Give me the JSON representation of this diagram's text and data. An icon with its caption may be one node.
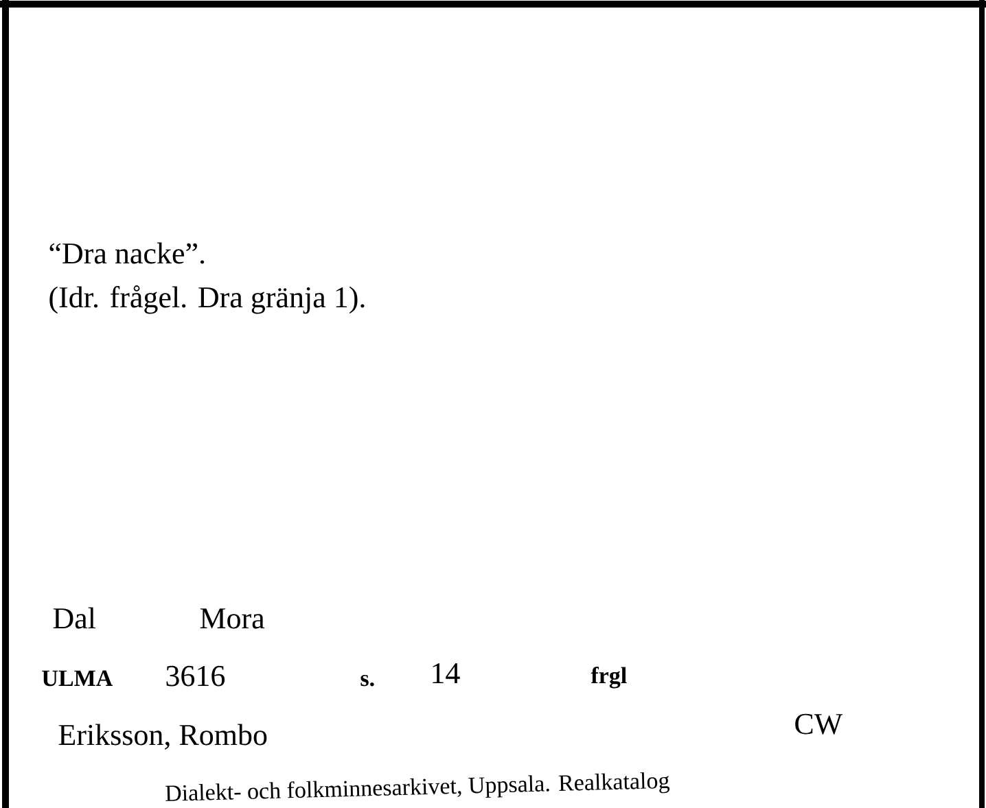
{
  "diagram": {
    "labels": [
      "“Dra nacke”.",
      "(Idr. frågel. Dra gränja 1).",
      "Dal",
      "Mora",
      "ULMA",
      "3616",
      "s.",
      "14",
      "frgl",
      "Eriksson, Rombo",
      "CW",
      "Dialekt- och folkminnesarkivet, Uppsala. Realkatalog"
    ]
  }
}
